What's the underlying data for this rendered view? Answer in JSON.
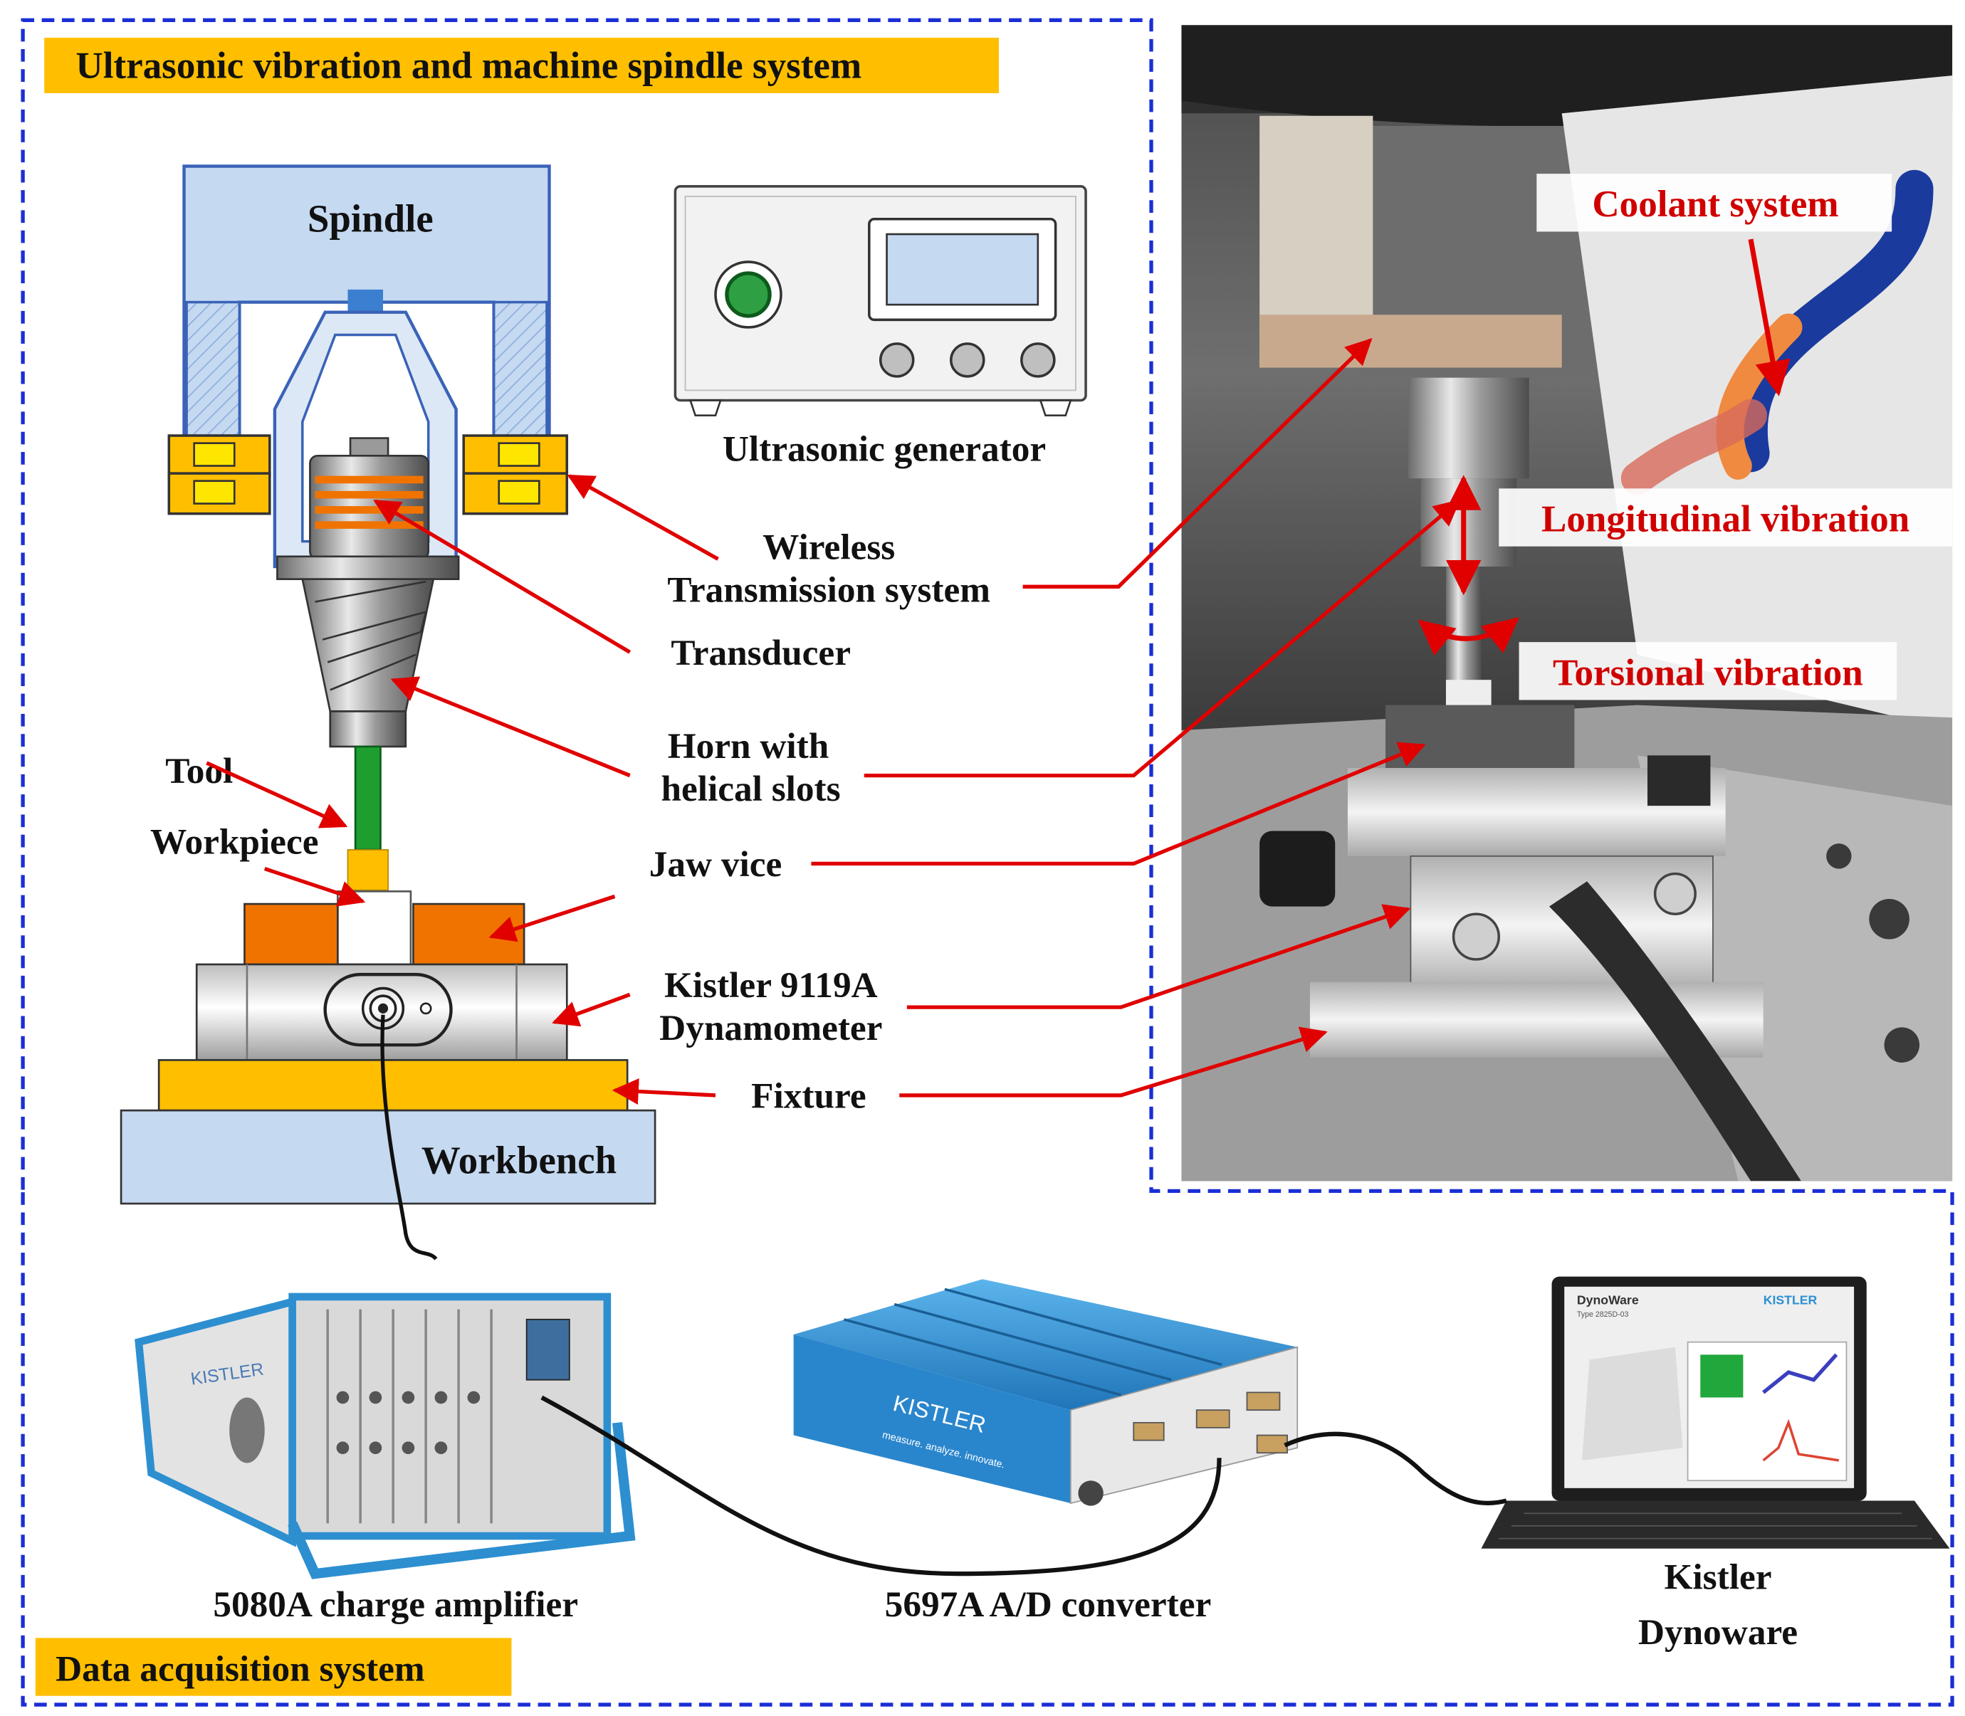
{
  "headers": {
    "top": "Ultrasonic vibration and machine spindle system",
    "bottom": "Data acquisition system"
  },
  "labels": {
    "spindle": "Spindle",
    "ultrasonic_generator": "Ultrasonic generator",
    "wireless_line1": "Wireless",
    "wireless_line2": "Transmission system",
    "transducer": "Transducer",
    "horn_line1": "Horn with",
    "horn_line2": "helical slots",
    "tool": "Tool",
    "workpiece": "Workpiece",
    "jaw_vice": "Jaw vice",
    "kistler_line1": "Kistler 9119A",
    "kistler_line2": "Dynamometer",
    "fixture": "Fixture",
    "workbench": "Workbench",
    "charge_amplifier": "5080A charge amplifier",
    "ad_converter": "5697A A/D converter",
    "dynoware_line1": "Kistler",
    "dynoware_line2": "Dynoware"
  },
  "photo_labels": {
    "coolant": "Coolant system",
    "longitudinal": "Longitudinal vibration",
    "torsional": "Torsional vibration"
  },
  "device_text": {
    "amp_brand": "KISTLER",
    "ad_brand": "KISTLER",
    "ad_tagline": "measure. analyze. innovate.",
    "screen_title": "DynoWare",
    "screen_subtitle": "Type 2825D-03",
    "screen_brand": "KISTLER"
  },
  "colors": {
    "frame_blue": "#1a2ed6",
    "header_yellow": "#ffbf00",
    "spindle_blue": "#c5d9f1",
    "arrow_red": "#e00000",
    "orange": "#f07300",
    "yellow": "#ffbf00",
    "tool_green": "#1d9e2f",
    "kistler_blue": "#2d8fd0"
  }
}
